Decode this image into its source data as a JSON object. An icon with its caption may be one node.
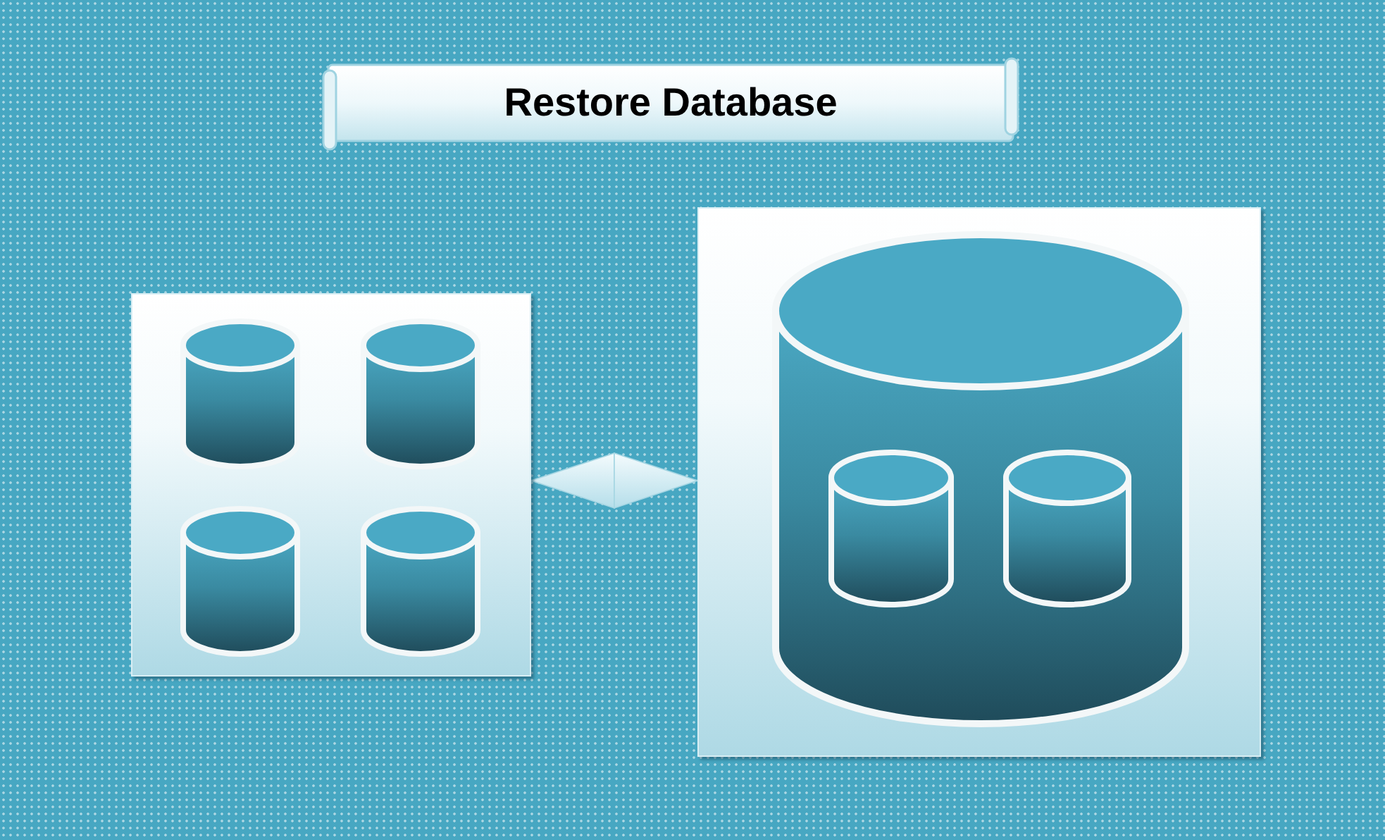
{
  "diagram": {
    "title": "Restore Database",
    "nodes": [
      {
        "text": [],
        "shape": "box"
      },
      {
        "text": [],
        "shape": "cylinder",
        "in": 0
      },
      {
        "text": [],
        "shape": "cylinder",
        "in": 0
      },
      {
        "text": [],
        "shape": "cylinder",
        "in": 0
      },
      {
        "text": [],
        "shape": "cylinder",
        "in": 0
      },
      {
        "text": [],
        "shape": "box"
      },
      {
        "text": [],
        "shape": "cylinder",
        "in": 5
      },
      {
        "text": [],
        "shape": "cylinder",
        "in": 6
      },
      {
        "text": [],
        "shape": "cylinder",
        "in": 6
      }
    ],
    "edges": [
      {
        "from": 0,
        "to": 5,
        "arrow": "both"
      }
    ]
  }
}
